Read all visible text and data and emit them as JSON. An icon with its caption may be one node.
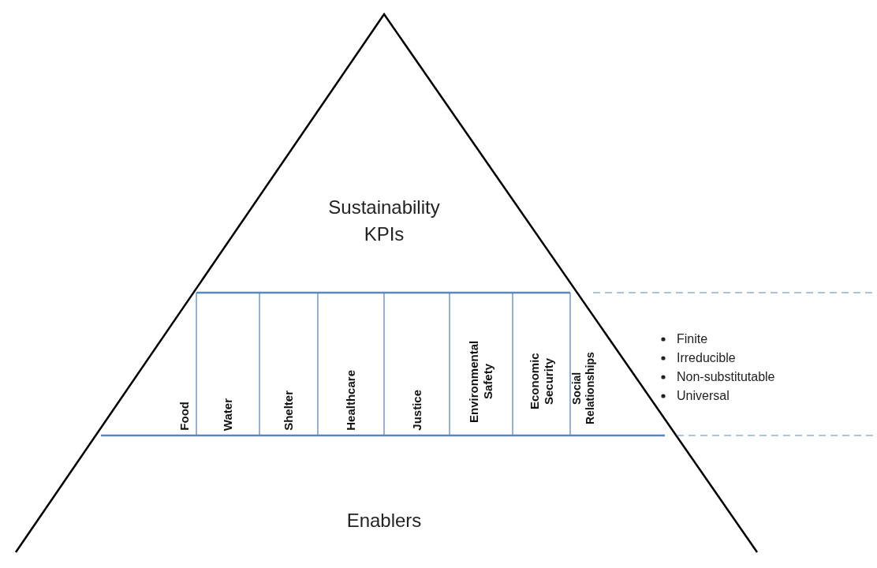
{
  "diagram": {
    "nodes": [
      {
        "text": [
          "Sustainability KPIs"
        ]
      },
      {
        "text": [
          "Food"
        ]
      },
      {
        "text": [
          "Water"
        ]
      },
      {
        "text": [
          "Shelter"
        ]
      },
      {
        "text": [
          "Healthcare"
        ]
      },
      {
        "text": [
          "Justice"
        ]
      },
      {
        "text": [
          "Environmental Safety"
        ]
      },
      {
        "text": [
          "Economic Security"
        ]
      },
      {
        "text": [
          "Social Relationships"
        ]
      },
      {
        "text": [
          "Enablers"
        ]
      }
    ],
    "labels": [
      "Finite",
      "Irreducible",
      "Non-substitutable",
      "Universal"
    ]
  }
}
